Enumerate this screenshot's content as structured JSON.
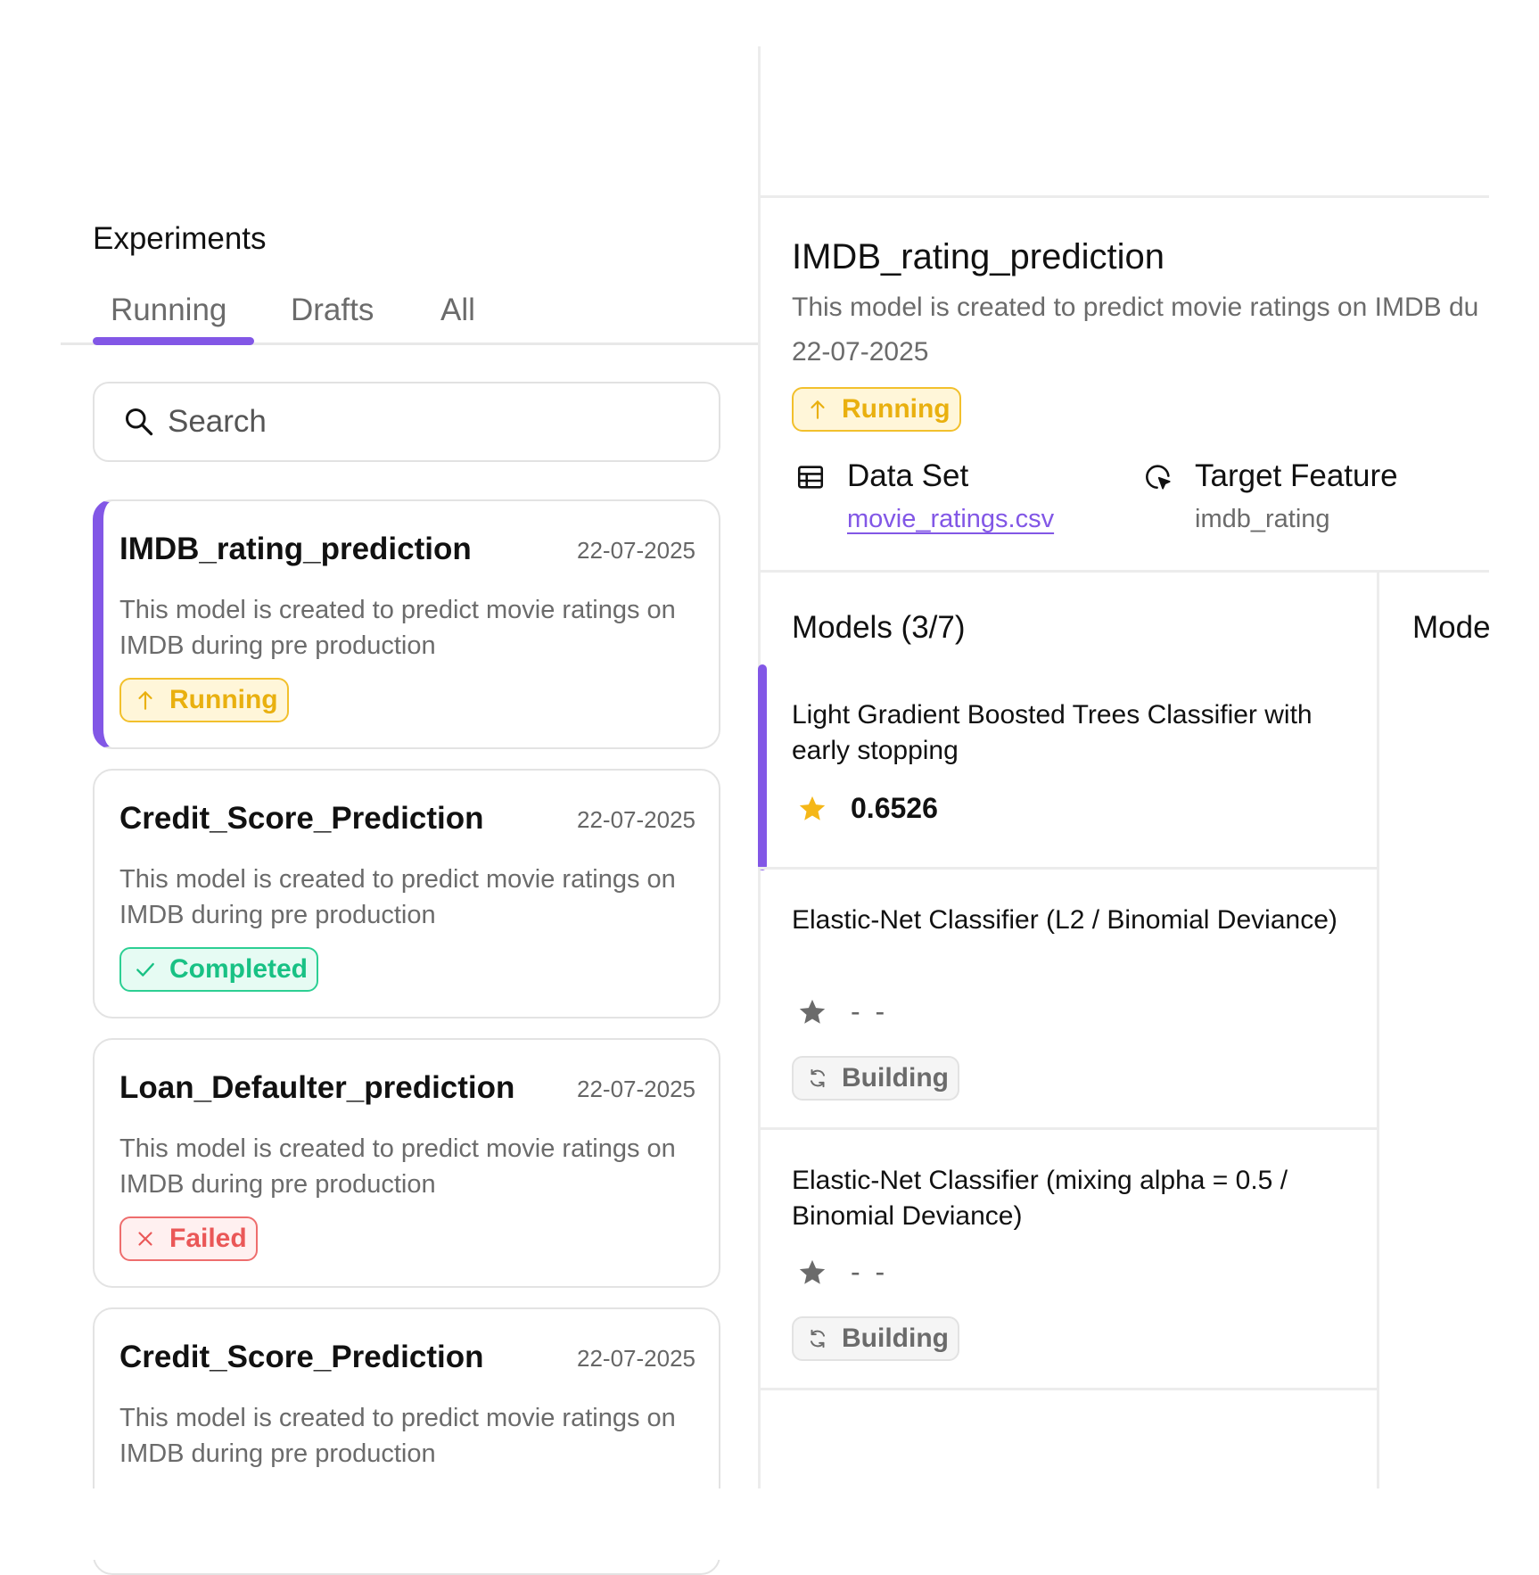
{
  "sidebar": {
    "title": "Experiments",
    "tabs": [
      {
        "label": "Running",
        "active": true
      },
      {
        "label": "Drafts",
        "active": false
      },
      {
        "label": "All",
        "active": false
      }
    ],
    "search": {
      "placeholder": "Search",
      "value": ""
    },
    "experiments": [
      {
        "name": "IMDB_rating_prediction",
        "date": "22-07-2025",
        "description": "This model is created to predict movie ratings on IMDB during pre production",
        "status": "Running",
        "selected": true
      },
      {
        "name": "Credit_Score_Prediction",
        "date": "22-07-2025",
        "description": "This model is created to predict movie ratings on IMDB during pre production",
        "status": "Completed",
        "selected": false
      },
      {
        "name": "Loan_Defaulter_prediction",
        "date": "22-07-2025",
        "description": "This model is created to predict movie ratings on IMDB during pre production",
        "status": "Failed",
        "selected": false
      },
      {
        "name": "Credit_Score_Prediction",
        "date": "22-07-2025",
        "description": "This model is created to predict movie ratings on IMDB during pre production",
        "status": "",
        "selected": false
      }
    ]
  },
  "detail": {
    "title": "IMDB_rating_prediction",
    "description": "This model is created to predict movie ratings on IMDB du",
    "date": "22-07-2025",
    "status": "Running",
    "dataset_label": "Data Set",
    "dataset_value": "movie_ratings.csv",
    "target_label": "Target Feature",
    "target_value": "imdb_rating",
    "models_title": "Models (3/7)",
    "models_title_2": "Mode",
    "models": [
      {
        "name": "Light Gradient Boosted Trees Classifier with early stopping",
        "score": "0.6526",
        "status": ""
      },
      {
        "name": "Elastic-Net Classifier (L2 / Binomial Deviance)",
        "score": "- -",
        "status": "Building"
      },
      {
        "name": "Elastic-Net Classifier (mixing alpha = 0.5 / Binomial Deviance)",
        "score": "- -",
        "status": "Building"
      }
    ]
  },
  "colors": {
    "accent": "#8257e6",
    "running": "#e9b00f",
    "completed": "#18c184",
    "failed": "#ea5858",
    "star_filled": "#f5b718",
    "star_empty": "#6b6b6b"
  }
}
